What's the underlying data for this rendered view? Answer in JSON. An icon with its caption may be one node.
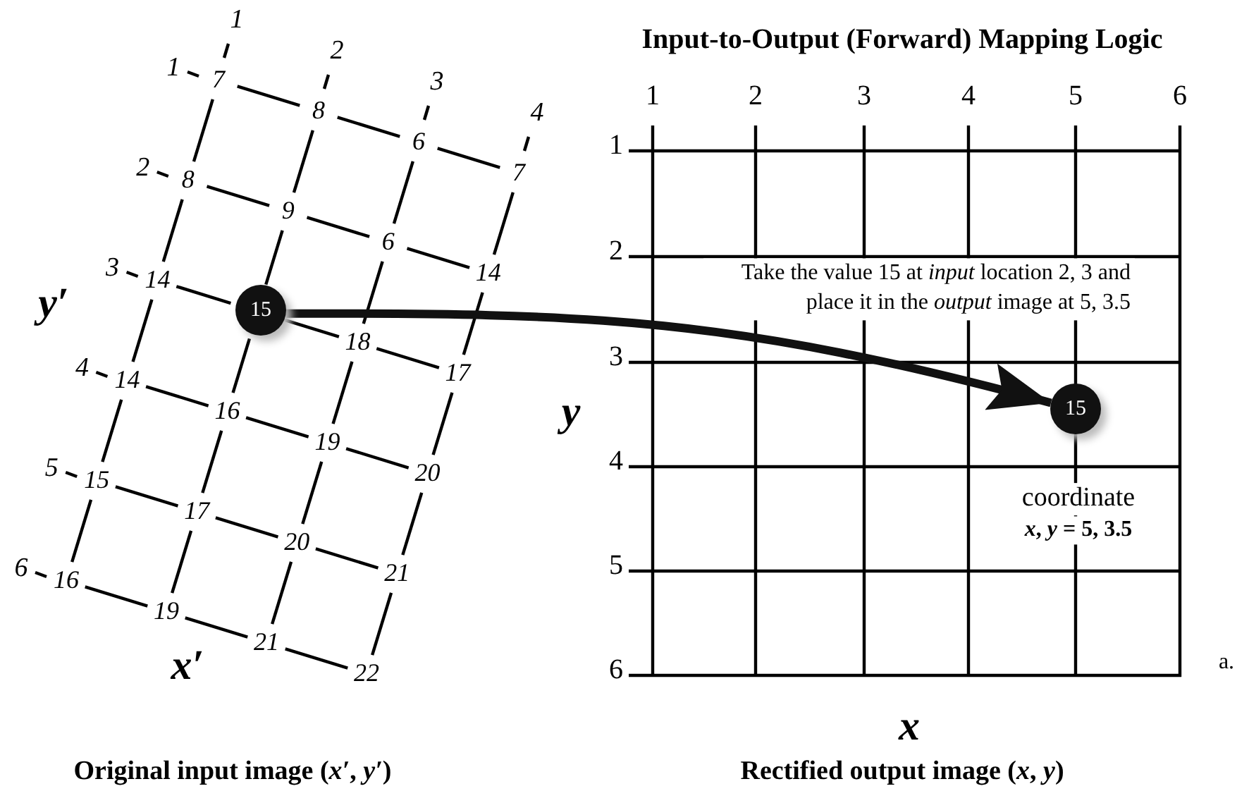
{
  "diagram": {
    "title": "Input-to-Output (Forward) Mapping Logic",
    "nodes": [
      {
        "text": [
          "15"
        ]
      },
      {
        "text": [
          "15"
        ]
      }
    ],
    "edges": [
      {
        "from": 0,
        "to": 1,
        "arrow": "to"
      }
    ],
    "labels": [
      "1",
      "2",
      "3",
      "4",
      "1",
      "7",
      "8",
      "6",
      "7",
      "2",
      "8",
      "9",
      "6",
      "14",
      "3",
      "14",
      "18",
      "17",
      "4",
      "14",
      "16",
      "19",
      "20",
      "5",
      "15",
      "17",
      "20",
      "21",
      "6",
      "16",
      "19",
      "21",
      "22",
      "*y′*",
      "*x′*",
      "1",
      "2",
      "3",
      "4",
      "5",
      "6",
      "1",
      "2",
      "3",
      "4",
      "5",
      "6",
      "Take the value 15 at *input* location 2, 3 and place it in the *output* image at 5, 3.5",
      "*y*",
      "*x*",
      "coordinate",
      "*x*, *y* = 5, 3.5",
      "a.",
      "Original input image (*x′*, *y′*)",
      "Rectified output image (*x*, *y*)"
    ]
  }
}
